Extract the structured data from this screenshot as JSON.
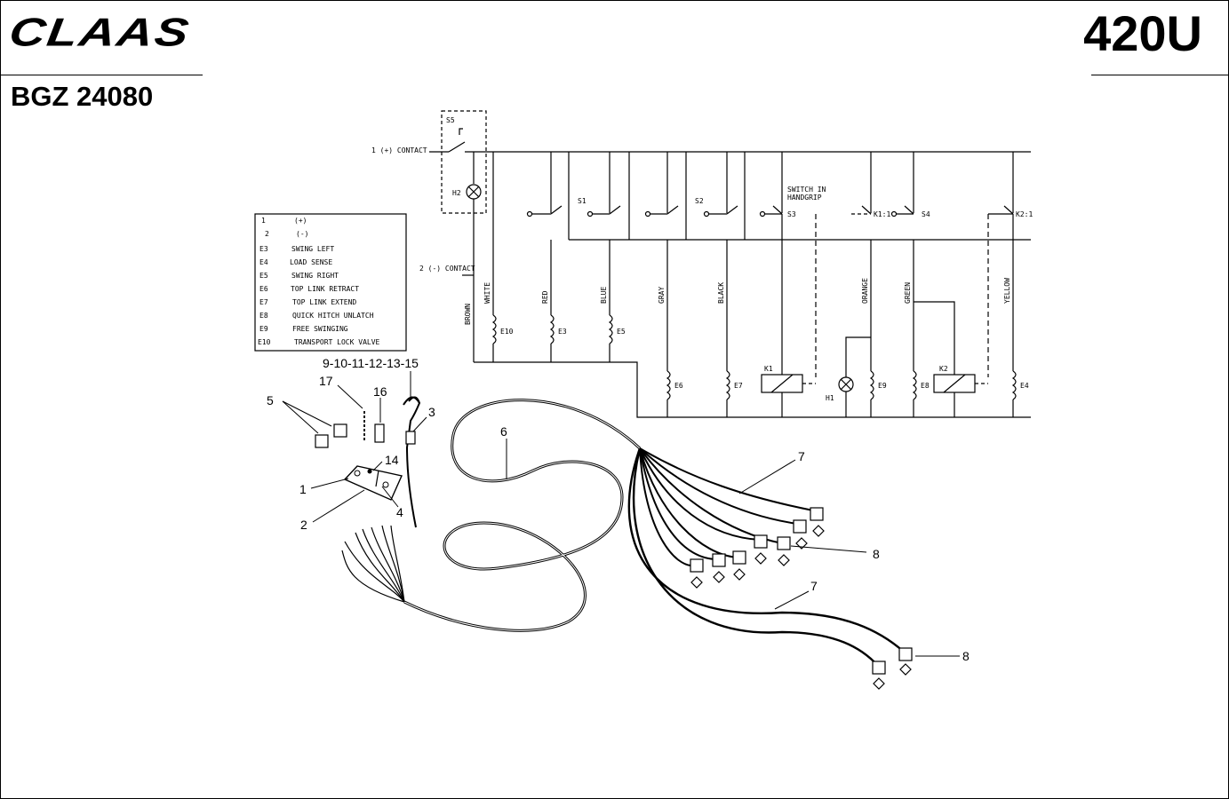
{
  "header": {
    "brand": "CLAAS",
    "model": "420U",
    "document_number": "BGZ 24080"
  },
  "legend": {
    "rows": [
      {
        "code": "1",
        "desc": "(+)"
      },
      {
        "code": "2",
        "desc": "(-)"
      },
      {
        "code": "E3",
        "desc": "SWING LEFT"
      },
      {
        "code": "E4",
        "desc": "LOAD SENSE"
      },
      {
        "code": "E5",
        "desc": "SWING RIGHT"
      },
      {
        "code": "E6",
        "desc": "TOP LINK RETRACT"
      },
      {
        "code": "E7",
        "desc": "TOP LINK EXTEND"
      },
      {
        "code": "E8",
        "desc": "QUICK HITCH UNLATCH"
      },
      {
        "code": "E9",
        "desc": "FREE SWINGING"
      },
      {
        "code": "E10",
        "desc": "TRANSPORT LOCK VALVE"
      }
    ]
  },
  "schematic": {
    "contact_plus": "1 (+) CONTACT",
    "contact_minus": "2 (-) CONTACT",
    "switch_s5": "S5",
    "lamp_h2": "H2",
    "switch_s1": "S1",
    "switch_s2": "S2",
    "switch_s3": "S3",
    "switch_s4": "S4",
    "switch_handgrip_1": "SWITCH IN",
    "switch_handgrip_2": "HANDGRIP",
    "relay_k1_contact": "K1:1",
    "relay_k2_contact": "K2:1",
    "relay_k1": "K1",
    "relay_k2": "K2",
    "lamp_h1": "H1",
    "wire_brown": "BROWN",
    "wire_white": "WHITE",
    "wire_red": "RED",
    "wire_blue": "BLUE",
    "wire_gray": "GRAY",
    "wire_black": "BLACK",
    "wire_orange": "ORANGE",
    "wire_green": "GREEN",
    "wire_yellow": "YELLOW",
    "coil_e10": "E10",
    "coil_e3": "E3",
    "coil_e5": "E5",
    "coil_e6": "E6",
    "coil_e7": "E7",
    "coil_e9": "E9",
    "coil_e8": "E8",
    "coil_e4": "E4"
  },
  "callouts": {
    "c1": "1",
    "c2": "2",
    "c3": "3",
    "c4": "4",
    "c5": "5",
    "c6": "6",
    "c7a": "7",
    "c7b": "7",
    "c8a": "8",
    "c8b": "8",
    "c14": "14",
    "c16": "16",
    "c17": "17",
    "c_group": "9-10-11-12-13-15"
  }
}
